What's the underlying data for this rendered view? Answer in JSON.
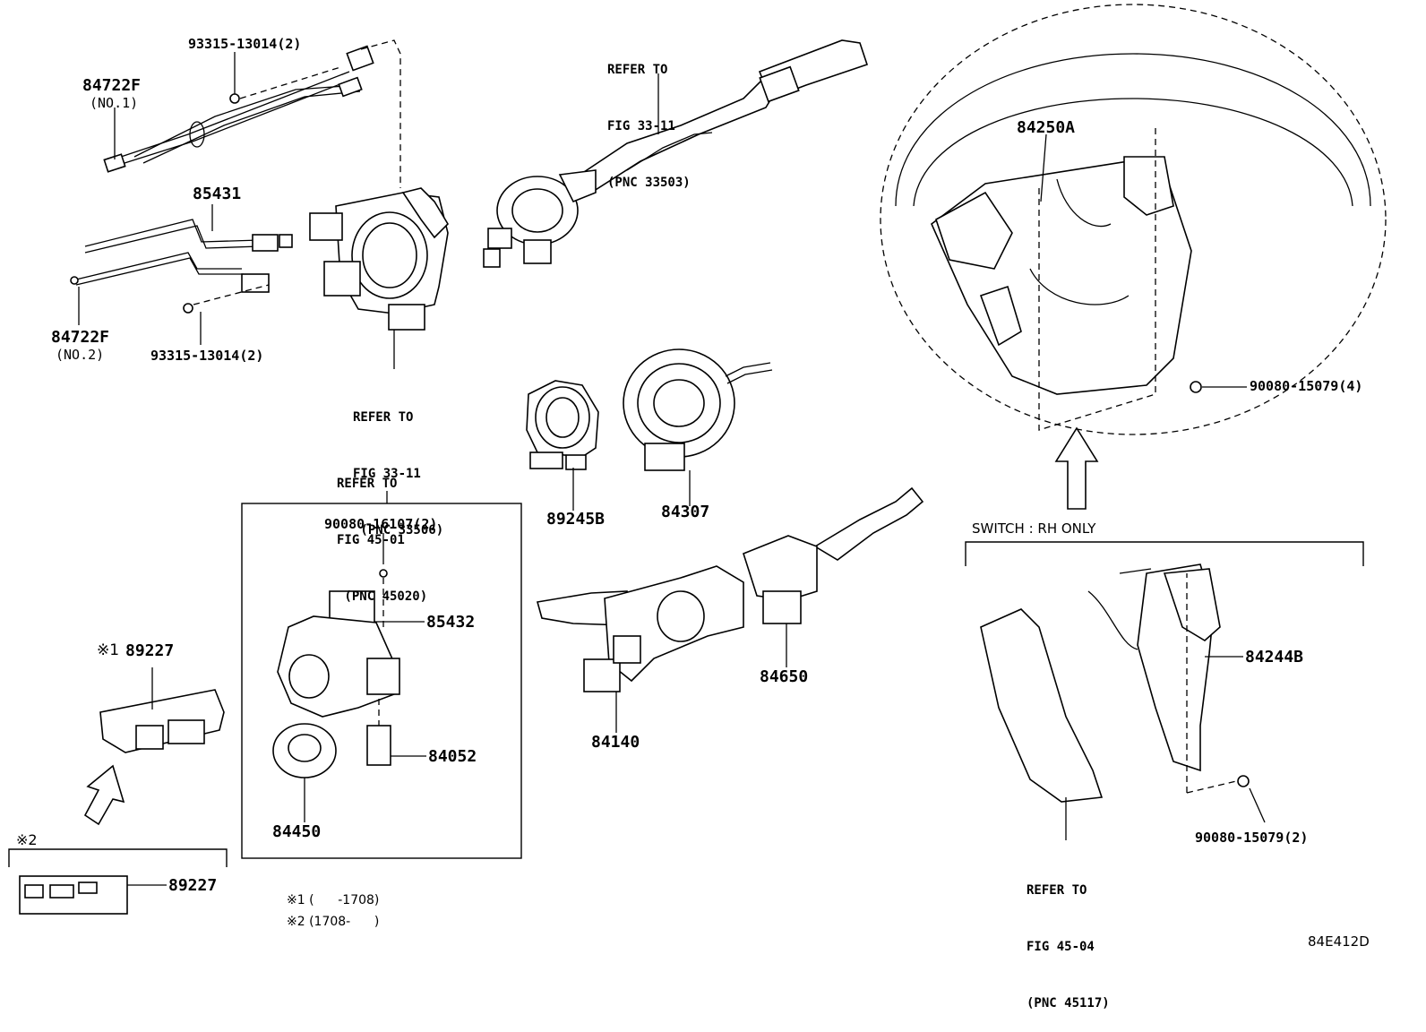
{
  "labels": {
    "p84722f_1": "84722F",
    "p84722f_1_note": "(NO.1)",
    "p93315_top": "93315-13014(2)",
    "p85431": "85431",
    "p84722f_2": "84722F",
    "p84722f_2_note": "(NO.2)",
    "p93315_bot": "93315-13014(2)",
    "p84250a": "84250A",
    "p90080_15079_4": "90080-15079(4)",
    "p89245b": "89245B",
    "p84307": "84307",
    "p90080_16107": "90080-16107(2)",
    "p85432": "85432",
    "p89227_a": "89227",
    "p89227_a_mark": "※1",
    "p84052": "84052",
    "p84450": "84450",
    "p84140": "84140",
    "p84650": "84650",
    "p84244b": "84244B",
    "p90080_15079_2": "90080-15079(2)",
    "p89227_b": "89227",
    "p89227_b_mark": "※2"
  },
  "references": {
    "fig33_11_top": [
      "REFER TO",
      "FIG 33-11",
      "(PNC 33503)"
    ],
    "fig33_11_mid": [
      "REFER TO",
      "FIG 33-11",
      " (PNC 33506)"
    ],
    "fig45_01": [
      "REFER TO",
      "FIG 45-01",
      " (PNC 45020)"
    ],
    "fig45_04": [
      "REFER TO",
      "FIG 45-04",
      "(PNC 45117)"
    ]
  },
  "notes": {
    "switch_rh": "SWITCH : RH ONLY",
    "note1": "※1 (      -1708)",
    "note2": "※2 (1708-      )",
    "diagram_code": "84E412D"
  }
}
